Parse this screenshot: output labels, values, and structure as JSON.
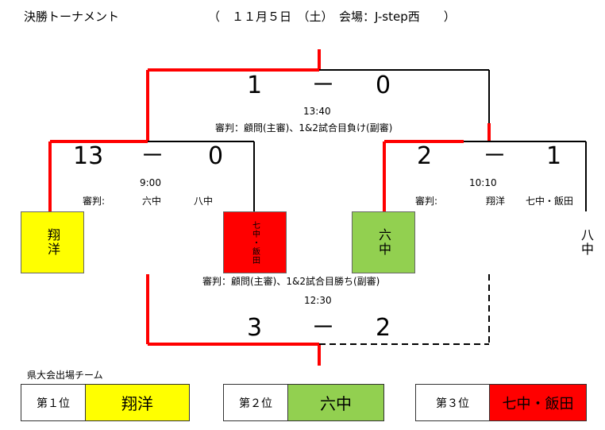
{
  "header": {
    "title": "決勝トーナメント",
    "info": "（　１１月５日　（土）　会場：J-step西　　）"
  },
  "final": {
    "score_left": "1",
    "dash": "－",
    "score_right": "0",
    "time": "13:40",
    "referee": "審判：顧問(主審)、1&2試合目負け(副審)"
  },
  "semi1": {
    "score_left": "13",
    "dash": "－",
    "score_right": "0",
    "time": "9:00",
    "referee_label": "審判:",
    "referee_1": "六中",
    "referee_2": "八中"
  },
  "semi2": {
    "score_left": "2",
    "dash": "－",
    "score_right": "1",
    "time": "10:10",
    "referee_label": "審判:",
    "referee_1": "翔洋",
    "referee_2": "七中・飯田"
  },
  "teams": {
    "shoyo": "翔洋",
    "nanachu": "七中・飯田",
    "rokuchu": "六中",
    "hachichu": "八中"
  },
  "third_place": {
    "referee": "審判：顧問(主審)、1&2試合目勝ち(副審)",
    "time": "12:30",
    "score_left": "3",
    "dash": "－",
    "score_right": "2"
  },
  "results": {
    "label": "県大会出場チーム",
    "first_place": "第１位",
    "first_team": "翔洋",
    "second_place": "第２位",
    "second_team": "六中",
    "third_place": "第３位",
    "third_team": "七中・飯田"
  },
  "colors": {
    "red": "#ff0000",
    "yellow": "#ffff00",
    "green": "#92d050",
    "black": "#000000"
  }
}
